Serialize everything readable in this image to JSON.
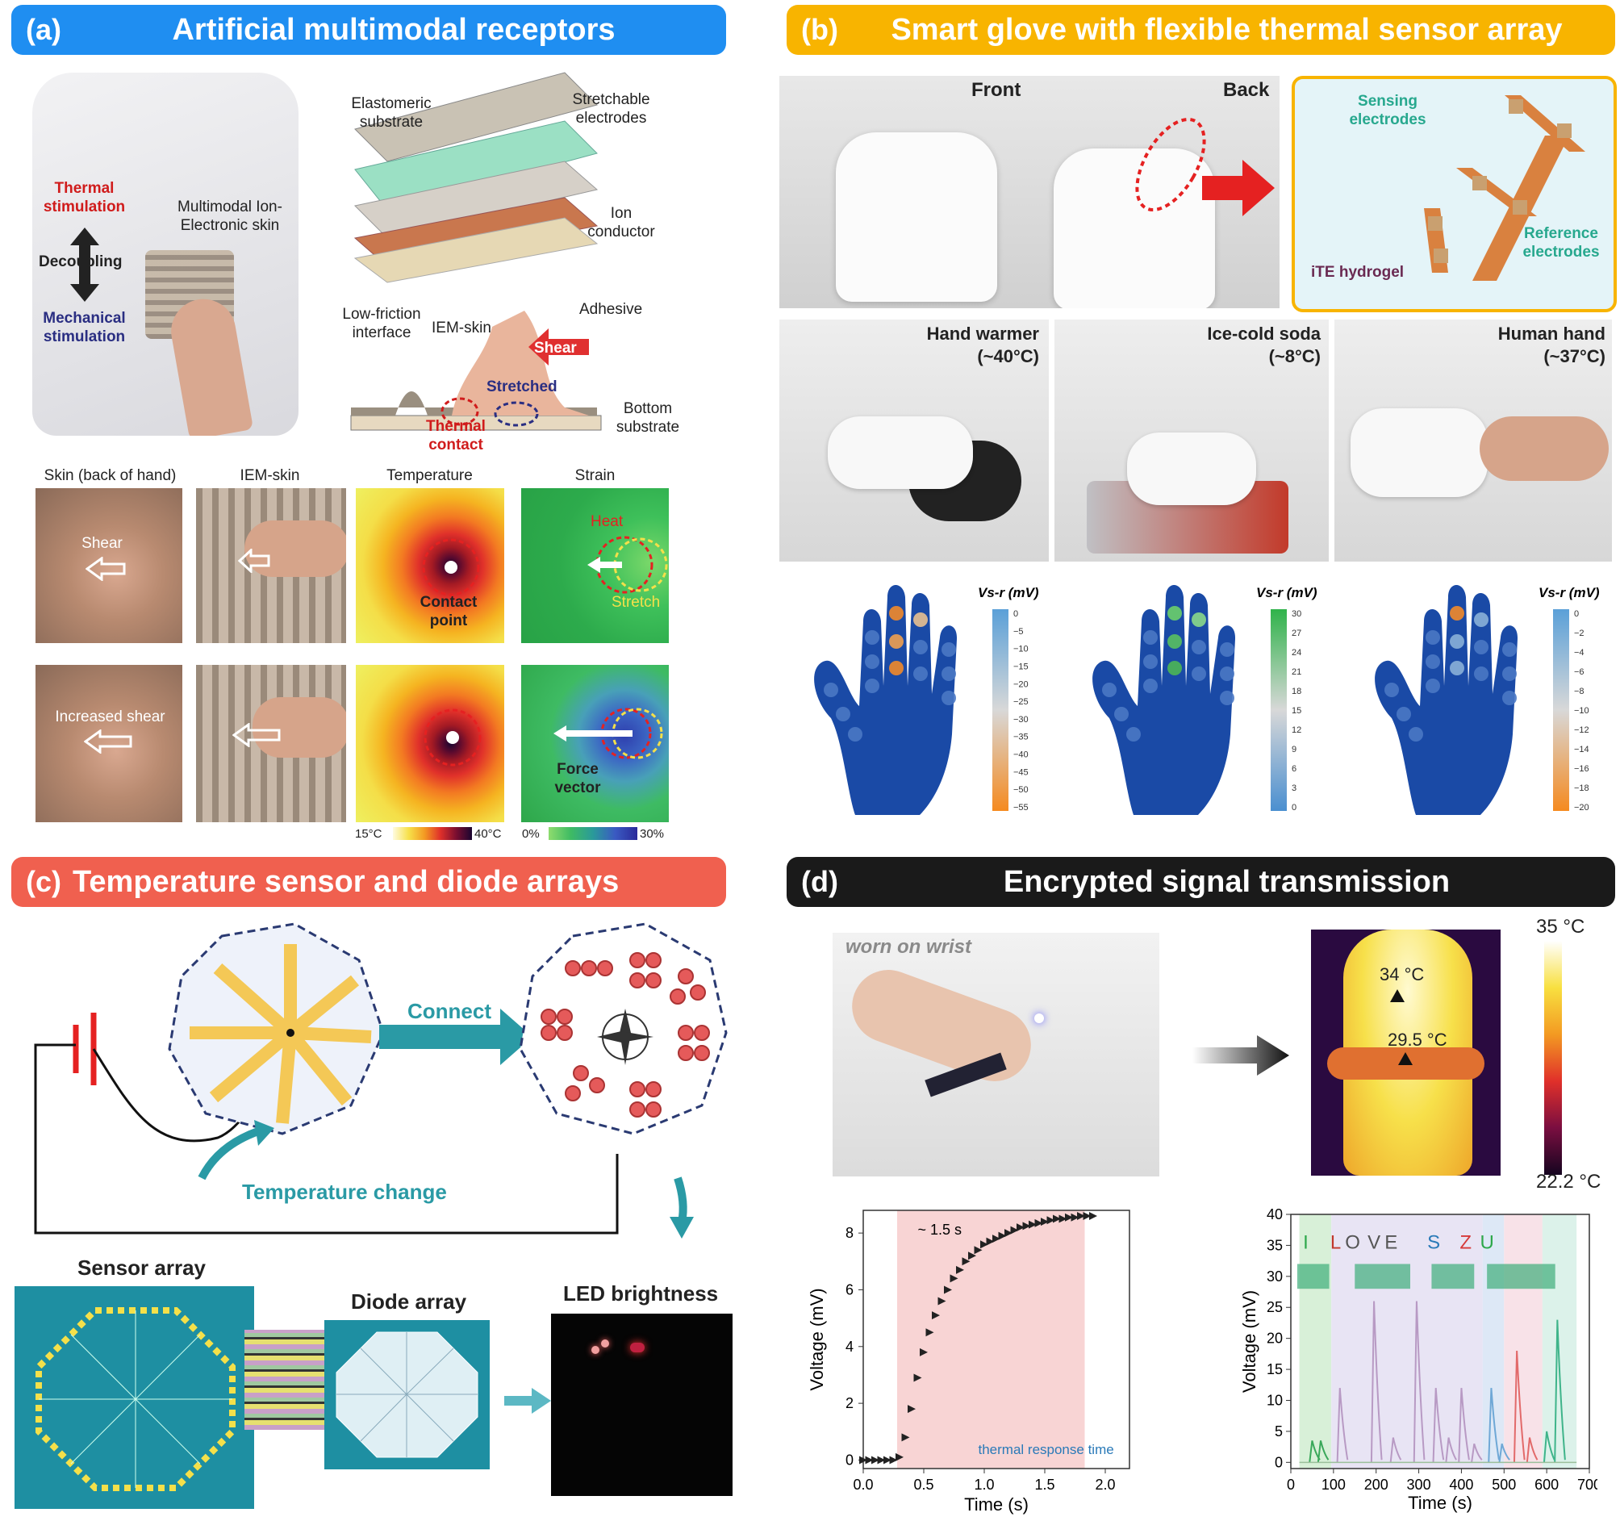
{
  "panel_a": {
    "tag": "(a)",
    "title": "Artificial multimodal receptors",
    "color": "#1f8ef1",
    "hand_labels": {
      "thermal": "Thermal stimulation",
      "decoupling": "Decoupling",
      "mechanical": "Mechanical stimulation",
      "multimodal": "Multimodal Ion-Electronic skin"
    },
    "layers": {
      "elastomeric": "Elastomeric substrate",
      "stretchable": "Stretchable electrodes",
      "ion": "Ion conductor",
      "adhesive": "Adhesive",
      "low_friction": "Low-friction interface",
      "iem_skin": "IEM-skin",
      "shear": "Shear",
      "stretched": "Stretched",
      "thermal_contact": "Thermal contact",
      "bottom": "Bottom substrate"
    },
    "columns": [
      "Skin (back of hand)",
      "IEM-skin",
      "Temperature",
      "Strain"
    ],
    "row1": {
      "shear": "Shear",
      "contact": "Contact point",
      "heat": "Heat",
      "stretch": "Stretch"
    },
    "row2": {
      "shear": "Increased shear",
      "force": "Force vector"
    },
    "temp_scale": {
      "min": "15°C",
      "max": "40°C"
    },
    "strain_scale": {
      "min": "0%",
      "max": "30%"
    }
  },
  "panel_b": {
    "tag": "(b)",
    "title": "Smart glove with flexible thermal sensor array",
    "color": "#f8b400",
    "front": "Front",
    "back": "Back",
    "inset": {
      "sensing": "Sensing electrodes",
      "reference": "Reference electrodes",
      "hydrogel": "iTE hydrogel"
    },
    "scenes": [
      {
        "name": "Hand warmer",
        "temp": "(~40°C)"
      },
      {
        "name": "Ice-cold soda",
        "temp": "(~8°C)"
      },
      {
        "name": "Human hand",
        "temp": "(~37°C)"
      }
    ],
    "colorbar_label": "Vs-r (mV)",
    "bars": [
      {
        "ticks": [
          "0",
          "−5",
          "−10",
          "−15",
          "−20",
          "−25",
          "−30",
          "−35",
          "−40",
          "−45",
          "−50",
          "−55"
        ],
        "top": "#5aa0d8",
        "bottom": "#f58a1f"
      },
      {
        "ticks": [
          "30",
          "27",
          "24",
          "21",
          "18",
          "15",
          "12",
          "9",
          "6",
          "3",
          "0"
        ],
        "top": "#2fb34a",
        "bottom": "#4a8fd0"
      },
      {
        "ticks": [
          "0",
          "−2",
          "−4",
          "−6",
          "−8",
          "−10",
          "−12",
          "−14",
          "−16",
          "−18",
          "−20"
        ],
        "top": "#5aa0d8",
        "bottom": "#f58a1f"
      }
    ]
  },
  "panel_c": {
    "tag": "(c)",
    "title": "Temperature sensor and diode arrays",
    "color": "#f0604f",
    "connect": "Connect",
    "temp_change": "Temperature change",
    "sensor_array": "Sensor array",
    "diode_array": "Diode array",
    "led": "LED brightness"
  },
  "panel_d": {
    "tag": "(d)",
    "title": "Encrypted signal transmission",
    "color": "#1a1a1a",
    "worn": "worn on wrist",
    "thermal": {
      "max": "35 °C",
      "min": "22.2 °C",
      "p1": "34 °C",
      "p2": "29.5 °C"
    },
    "letters": [
      "I",
      "L",
      "O",
      "V",
      "E",
      "S",
      "Z",
      "U"
    ],
    "letter_colors": [
      "#2ea84b",
      "#c0392b",
      "#555555",
      "#555555",
      "#555555",
      "#2a7ab8",
      "#d63a3a",
      "#2ea84b"
    ]
  },
  "chart_data": [
    {
      "type": "scatter",
      "annotation": "~ 1.5 s",
      "note": "thermal response time",
      "xlabel": "Time (s)",
      "ylabel": "Voltage (mV)",
      "xlim": [
        0.0,
        2.2
      ],
      "ylim": [
        -0.3,
        8.8
      ],
      "x_ticks": [
        "0.0",
        "0.5",
        "1.0",
        "1.5",
        "2.0"
      ],
      "y_ticks": [
        "0",
        "2",
        "4",
        "6",
        "8"
      ],
      "shaded": [
        0.28,
        1.83
      ],
      "x": [
        0.0,
        0.05,
        0.1,
        0.15,
        0.2,
        0.25,
        0.3,
        0.35,
        0.4,
        0.45,
        0.5,
        0.55,
        0.6,
        0.65,
        0.7,
        0.75,
        0.8,
        0.85,
        0.9,
        0.95,
        1.0,
        1.05,
        1.1,
        1.15,
        1.2,
        1.25,
        1.3,
        1.35,
        1.4,
        1.45,
        1.5,
        1.55,
        1.6,
        1.65,
        1.7,
        1.75,
        1.8,
        1.85,
        1.9
      ],
      "y": [
        0.0,
        0.0,
        0.0,
        0.0,
        0.0,
        0.0,
        0.1,
        0.8,
        1.8,
        2.9,
        3.8,
        4.5,
        5.1,
        5.6,
        6.0,
        6.4,
        6.7,
        7.0,
        7.2,
        7.4,
        7.6,
        7.7,
        7.8,
        7.9,
        8.0,
        8.1,
        8.2,
        8.25,
        8.3,
        8.35,
        8.4,
        8.45,
        8.5,
        8.5,
        8.55,
        8.55,
        8.6,
        8.6,
        8.6
      ]
    },
    {
      "type": "line",
      "xlabel": "Time (s)",
      "ylabel": "Voltage (mV)",
      "xlim": [
        0,
        700
      ],
      "ylim": [
        -1,
        40
      ],
      "x_ticks": [
        "0",
        "100",
        "200",
        "300",
        "400",
        "500",
        "600",
        "700"
      ],
      "y_ticks": [
        "0",
        "5",
        "10",
        "15",
        "20",
        "25",
        "30",
        "35",
        "40"
      ],
      "bands": [
        {
          "from": 20,
          "to": 95,
          "color": "#d8f0d8"
        },
        {
          "from": 95,
          "to": 450,
          "color": "#e8e4f4"
        },
        {
          "from": 450,
          "to": 500,
          "color": "#dde8f6"
        },
        {
          "from": 500,
          "to": 590,
          "color": "#f8e2e8"
        },
        {
          "from": 590,
          "to": 670,
          "color": "#dcf2ea"
        }
      ],
      "peaks": [
        {
          "t": 50,
          "h": 3.5,
          "color": "#3aa85a"
        },
        {
          "t": 70,
          "h": 3.5,
          "color": "#3aa85a"
        },
        {
          "t": 115,
          "h": 12,
          "color": "#b89ac4"
        },
        {
          "t": 195,
          "h": 26,
          "color": "#b89ac4"
        },
        {
          "t": 240,
          "h": 4,
          "color": "#b89ac4"
        },
        {
          "t": 295,
          "h": 26,
          "color": "#b89ac4"
        },
        {
          "t": 340,
          "h": 12,
          "color": "#b89ac4"
        },
        {
          "t": 370,
          "h": 4,
          "color": "#b89ac4"
        },
        {
          "t": 400,
          "h": 12,
          "color": "#b89ac4"
        },
        {
          "t": 430,
          "h": 3,
          "color": "#b89ac4"
        },
        {
          "t": 470,
          "h": 12,
          "color": "#6fa8d6"
        },
        {
          "t": 495,
          "h": 3,
          "color": "#6fa8d6"
        },
        {
          "t": 530,
          "h": 18,
          "color": "#e26a6a"
        },
        {
          "t": 560,
          "h": 4,
          "color": "#e26a6a"
        },
        {
          "t": 600,
          "h": 5,
          "color": "#3fb48a"
        },
        {
          "t": 625,
          "h": 23,
          "color": "#3fb48a"
        }
      ]
    }
  ]
}
